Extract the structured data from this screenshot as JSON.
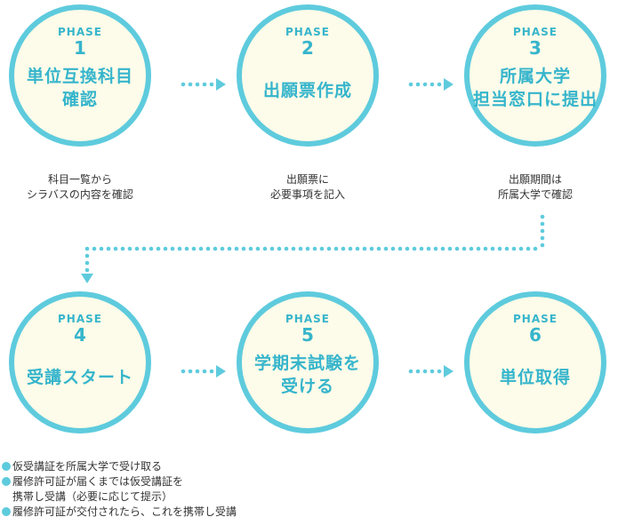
{
  "phases": [
    {
      "label": "PHASE",
      "num": "1",
      "title_lines": [
        "単位互換科目",
        "確認"
      ],
      "desc_lines": [
        "科目一覧から",
        "シラバスの内容を確認"
      ]
    },
    {
      "label": "PHASE",
      "num": "2",
      "title_lines": [
        "出願票作成"
      ],
      "desc_lines": [
        "出願票に",
        "必要事項を記入"
      ]
    },
    {
      "label": "PHASE",
      "num": "3",
      "title_lines": [
        "所属大学",
        "担当窓口に提出"
      ],
      "desc_lines": [
        "出願期間は",
        "所属大学で確認"
      ]
    },
    {
      "label": "PHASE",
      "num": "4",
      "title_lines": [
        "受講スタート"
      ]
    },
    {
      "label": "PHASE",
      "num": "5",
      "title_lines": [
        "学期末試験を",
        "受ける"
      ]
    },
    {
      "label": "PHASE",
      "num": "6",
      "title_lines": [
        "単位取得"
      ]
    }
  ],
  "notes": [
    {
      "lines": [
        "仮受講証を所属大学で受け取る"
      ]
    },
    {
      "lines": [
        "履修許可証が届くまでは仮受講証を",
        "携帯し受講（必要に応じて提示）"
      ]
    },
    {
      "lines": [
        "履修許可証が交付されたら、これを携帯し受講"
      ]
    }
  ],
  "colors": {
    "accent": "#5ecbdd",
    "accent_text": "#36b5cc",
    "circle_fill": "#fdfbe9",
    "text": "#333333"
  }
}
